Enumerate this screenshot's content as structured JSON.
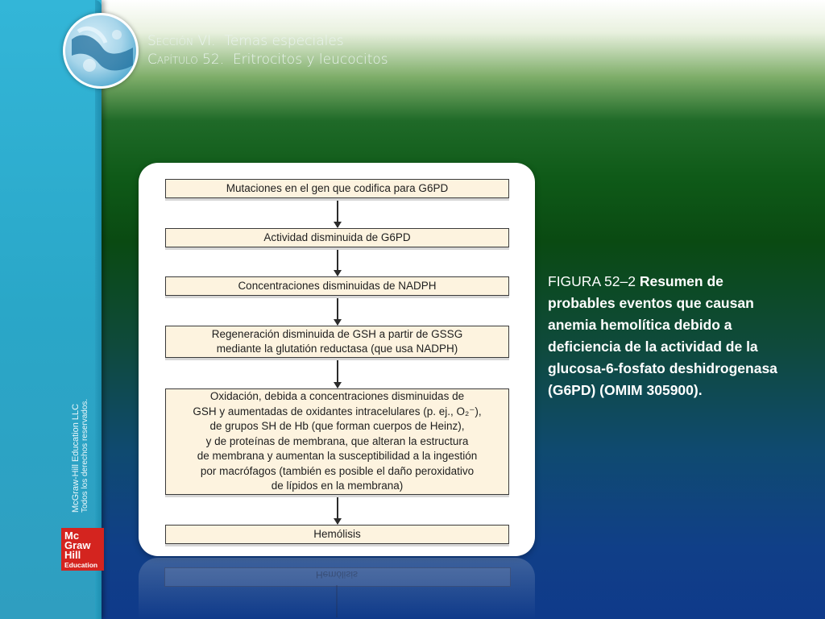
{
  "header": {
    "section_label": "Sección VI.",
    "section_title": "Temas especiales",
    "chapter_label": "Capítulo 52.",
    "chapter_title": "Eritrocitos y leucocitos"
  },
  "sidebar": {
    "copyright_line1": "McGraw-Hill Education LLC",
    "copyright_line2": "Todos los derechos reservados.",
    "logo_lines": [
      "Mc",
      "Graw",
      "Hill",
      "Education"
    ]
  },
  "flowchart": {
    "steps": [
      {
        "lines": [
          "Mutaciones en el gen que codifica para G6PD"
        ]
      },
      {
        "lines": [
          "Actividad disminuida de G6PD"
        ]
      },
      {
        "lines": [
          "Concentraciones disminuidas de NADPH"
        ]
      },
      {
        "lines": [
          "Regeneración disminuida de GSH a partir de GSSG",
          "mediante la glutatión reductasa (que usa NADPH)"
        ]
      },
      {
        "lines": [
          "Oxidación, debida a concentraciones disminuidas de",
          "GSH y aumentadas de oxidantes intracelulares (p. ej., O₂⁻),",
          "de grupos SH de Hb (que forman cuerpos de Heinz),",
          "y de proteínas de membrana, que alteran la estructura",
          "de membrana y aumentan la susceptibilidad a la ingestión",
          "por macrófagos (también es posible el daño peroxidativo",
          "de lípidos en la membrana)"
        ]
      },
      {
        "lines": [
          "Hemólisis"
        ]
      }
    ]
  },
  "caption": {
    "figure_label": "FIGURA 52–2",
    "description": "Resumen de probables eventos que causan anemia hemolítica debido a deficiencia de la actividad de la glucosa-6-fosfato deshidrogenasa (G6PD) (OMIM 305900)."
  },
  "colors": {
    "sidebar": "#2fb0d2",
    "box_fill": "#fdf3df",
    "logo_red": "#d4241f"
  }
}
